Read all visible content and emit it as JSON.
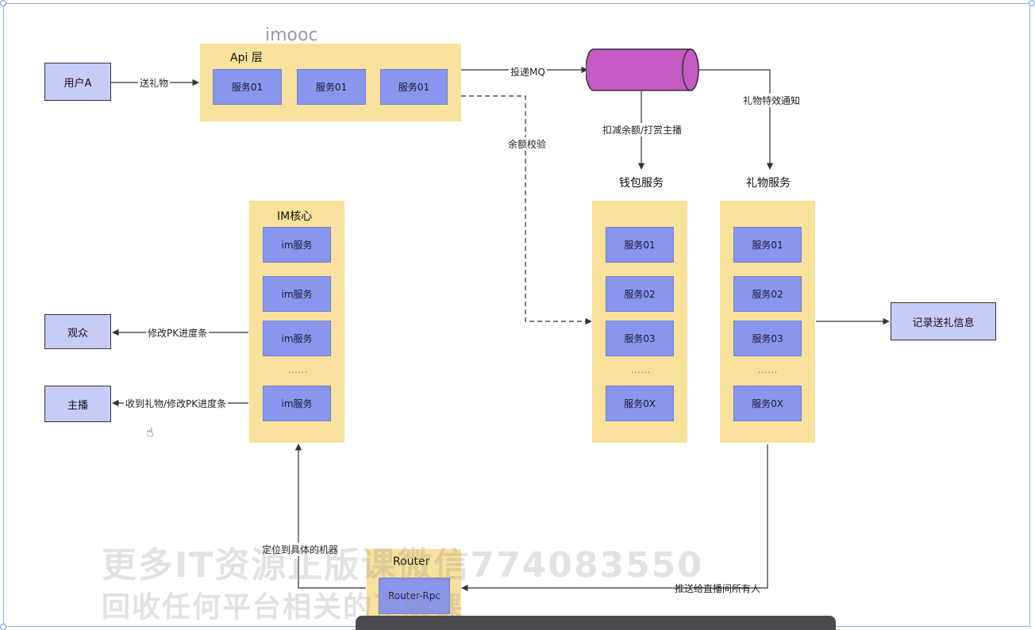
{
  "watermark_logo": "imooc",
  "user_a": "用户A",
  "viewers": "观众",
  "host": "主播",
  "record_info": "记录送礼信息",
  "api_layer": {
    "title": "Api 层",
    "services": [
      "服务01",
      "服务01",
      "服务01"
    ]
  },
  "mq_label": "投递MQ",
  "edges": {
    "send_gift": "送礼物",
    "balance_check": "余额校验",
    "deduct": "扣减余额/打赏主播",
    "gift_effect": "礼物特效通知",
    "modify_pk": "修改PK进度条",
    "receive_gift_pk": "收到礼物/修改PK进度条",
    "locate_machine": "定位到具体的机器",
    "push_all": "推送给直播间所有人"
  },
  "im_core": {
    "title": "IM核心",
    "services": [
      "im服务",
      "im服务",
      "im服务",
      "im服务"
    ],
    "ellipsis": "......"
  },
  "wallet": {
    "title": "钱包服务",
    "services": [
      "服务01",
      "服务02",
      "服务03",
      "服务0X"
    ],
    "ellipsis": "......"
  },
  "gift": {
    "title": "礼物服务",
    "services": [
      "服务01",
      "服务02",
      "服务03",
      "服务0X"
    ],
    "ellipsis": "......"
  },
  "router": {
    "title": "Router",
    "service": "Router-Rpc"
  },
  "overlay_watermark": {
    "line1": "更多IT资源正版课微信774083550",
    "line2": "回收任何平台相关的正版课"
  },
  "colors": {
    "container": "#f8e19a",
    "service_box": "#8896ee",
    "node": "#c7ccf7",
    "mq": "#c45bc4"
  }
}
